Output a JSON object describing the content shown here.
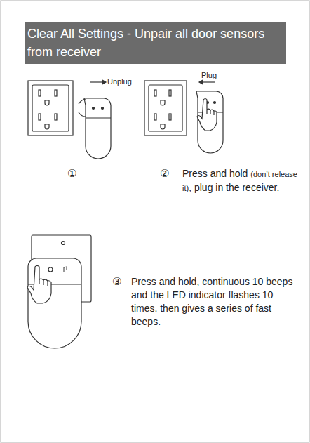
{
  "diagram": {
    "title": "Clear All Settings - Unpair all door sensors from receiver",
    "labels": [
      "Unplug",
      "Plug",
      "①",
      "②",
      "Press and hold",
      "(don’t release it)",
      ", plug in the receiver.",
      "③",
      "Press and hold, continuous 10 beeps and the LED indicator flashes 10 times. then gives a series of fast beeps."
    ]
  }
}
